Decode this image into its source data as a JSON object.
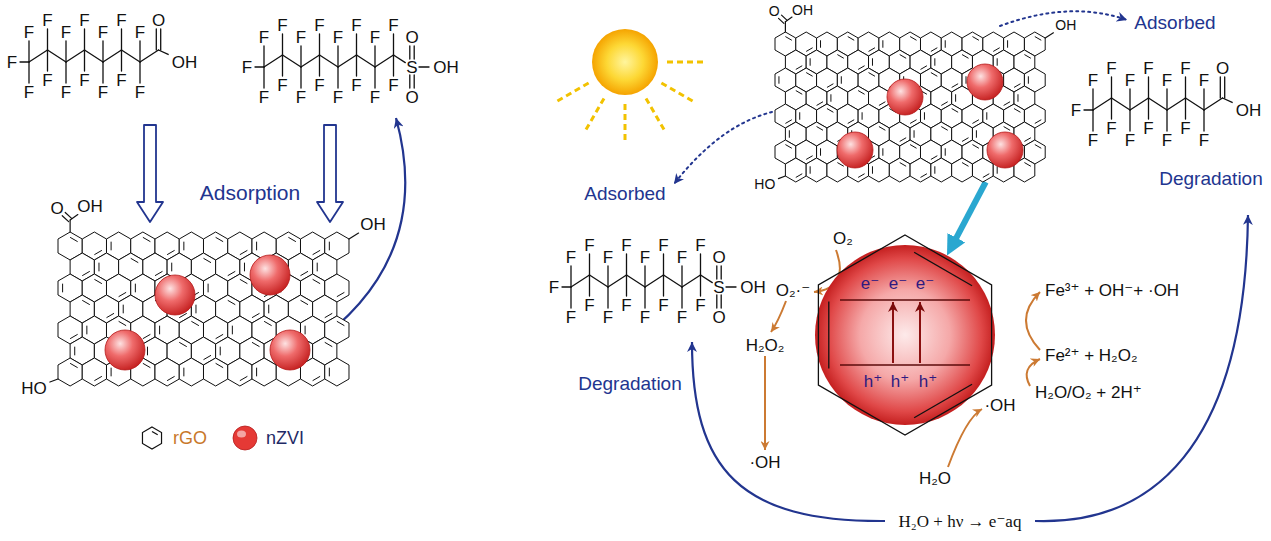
{
  "diagram": {
    "nodes": [
      {
        "text": [
          "O",
          "OH",
          "OH",
          "HO"
        ]
      },
      {
        "text": [
          "O",
          "OH",
          "OH",
          "HO"
        ]
      },
      {
        "text": [
          "e⁻",
          "e⁻",
          "e⁻",
          "h⁺",
          "h⁺",
          "h⁺"
        ]
      }
    ],
    "edges": [
      {
        "from": 1,
        "to": 2,
        "arrow": "to"
      }
    ],
    "labels": [
      "F",
      "F",
      "F",
      "F",
      "F",
      "F",
      "F",
      "F",
      "F",
      "F",
      "F",
      "F",
      "F",
      "F",
      "F",
      "O",
      "OH",
      "F",
      "F",
      "F",
      "F",
      "F",
      "F",
      "F",
      "F",
      "F",
      "F",
      "F",
      "F",
      "F",
      "F",
      "F",
      "F",
      "F",
      "S",
      "O",
      "O",
      "OH",
      "Adsorption",
      "Adsorbed",
      "F",
      "F",
      "F",
      "F",
      "F",
      "F",
      "F",
      "F",
      "F",
      "F",
      "F",
      "F",
      "F",
      "F",
      "F",
      "O",
      "OH",
      "Degradation",
      "Adsorbed",
      "F",
      "F",
      "F",
      "F",
      "F",
      "F",
      "F",
      "F",
      "F",
      "F",
      "F",
      "F",
      "F",
      "F",
      "F",
      "F",
      "F",
      "S",
      "O",
      "O",
      "OH",
      "O₂",
      "O₂·⁻",
      "H₂O₂",
      "·OH",
      "Degradation",
      "Fe³⁺ + OH⁻+ ·OH",
      "Fe²⁺ + H₂O₂",
      "H₂O/O₂ + 2H⁺",
      "·OH",
      "H₂O",
      "H₂O + hν → e⁻aq"
    ],
    "legend": [
      {
        "text": "rGO"
      },
      {
        "text": "nZVI",
        "color": "#e53935"
      }
    ]
  }
}
